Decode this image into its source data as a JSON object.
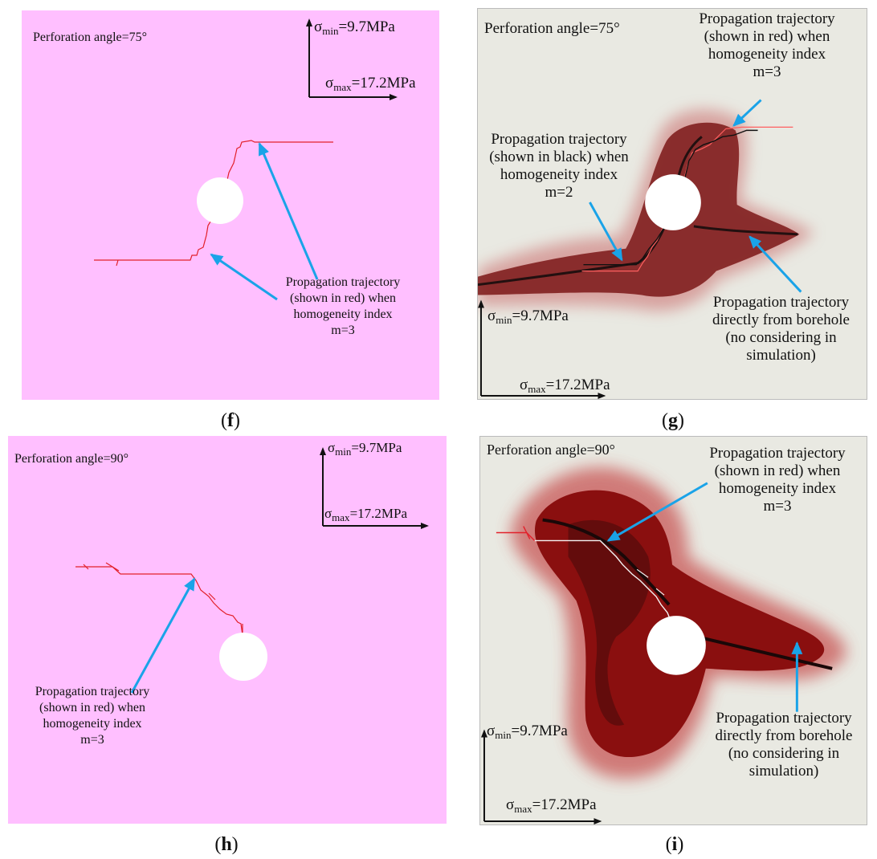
{
  "panels": {
    "f": {
      "caption_letter": "f",
      "angle_text": "Perforation angle=75°",
      "sigma_min": {
        "symbol": "σ",
        "sub": "min",
        "value": "=9.7MPa"
      },
      "sigma_max": {
        "symbol": "σ",
        "sub": "max",
        "value": "=17.2MPa"
      },
      "annotation": [
        "Propagation trajectory",
        "(shown in red) when",
        "homogeneity index",
        "m=3"
      ]
    },
    "g": {
      "caption_letter": "g",
      "angle_text": "Perforation angle=75°",
      "sigma_min": {
        "symbol": "σ",
        "sub": "min",
        "value": "=9.7MPa"
      },
      "sigma_max": {
        "symbol": "σ",
        "sub": "max",
        "value": "=17.2MPa"
      },
      "annotation_red": [
        "Propagation trajectory",
        "(shown in red) when",
        "homogeneity index",
        "m=3"
      ],
      "annotation_black": [
        "Propagation trajectory",
        "(shown in black) when",
        "homogeneity index",
        "m=2"
      ],
      "annotation_borehole": [
        "Propagation trajectory",
        "directly from borehole",
        "(no considering in",
        "simulation)"
      ]
    },
    "h": {
      "caption_letter": "h",
      "angle_text": "Perforation angle=90°",
      "sigma_min": {
        "symbol": "σ",
        "sub": "min",
        "value": "=9.7MPa"
      },
      "sigma_max": {
        "symbol": "σ",
        "sub": "max",
        "value": "=17.2MPa"
      },
      "annotation": [
        "Propagation trajectory",
        "(shown in red) when",
        "homogeneity index",
        "m=3"
      ]
    },
    "i": {
      "caption_letter": "i",
      "angle_text": "Perforation angle=90°",
      "sigma_min": {
        "symbol": "σ",
        "sub": "min",
        "value": "=9.7MPa"
      },
      "sigma_max": {
        "symbol": "σ",
        "sub": "max",
        "value": "=17.2MPa"
      },
      "annotation_red": [
        "Propagation trajectory",
        "(shown in red) when",
        "homogeneity index",
        "m=3"
      ],
      "annotation_borehole": [
        "Propagation trajectory",
        "directly from borehole",
        "(no considering in",
        "simulation)"
      ]
    }
  },
  "colors": {
    "simulation_background": "#ffbfff",
    "red_trajectory": "#e2202a",
    "black_trajectory": "#111111",
    "arrow": "#1aa3e8",
    "stain": "#8c1414",
    "sample_background": "#e9e9e2"
  }
}
